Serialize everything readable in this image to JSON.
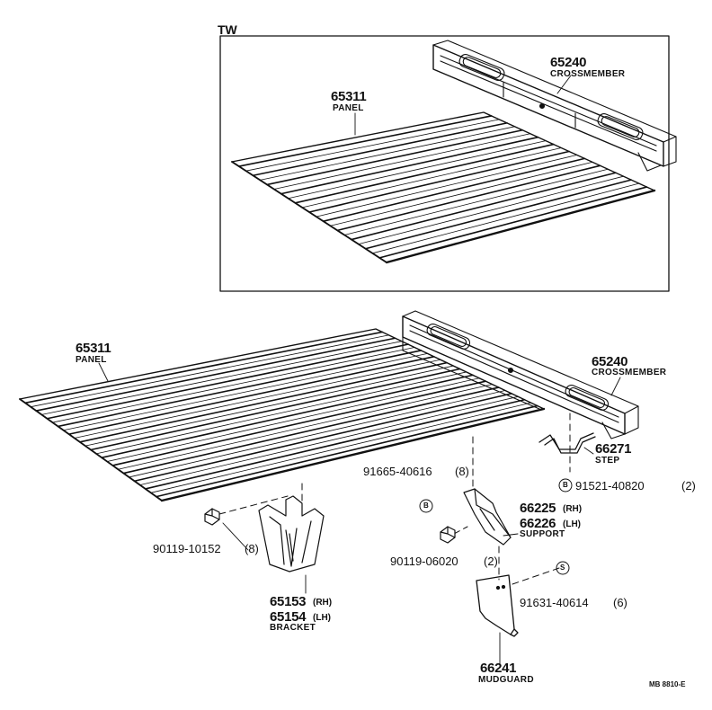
{
  "inset": {
    "label": "TW"
  },
  "parts": {
    "panel_top": {
      "number": "65311",
      "name": "PANEL"
    },
    "crossmember_top": {
      "number": "65240",
      "name": "CROSSMEMBER"
    },
    "panel_main": {
      "number": "65311",
      "name": "PANEL"
    },
    "crossmember_main": {
      "number": "65240",
      "name": "CROSSMEMBER"
    },
    "step": {
      "number": "66271",
      "name": "STEP"
    },
    "bolt_91521": {
      "number": "91521-40820",
      "qty": "(2)",
      "marker": "B"
    },
    "bolt_91665": {
      "number": "91665-40616",
      "qty": "(8)",
      "marker": "B"
    },
    "support": {
      "number_rh": "66225",
      "suffix_rh": "(RH)",
      "number_lh": "66226",
      "suffix_lh": "(LH)",
      "name": "SUPPORT"
    },
    "bolt_90119_10152": {
      "number": "90119-10152",
      "qty": "(8)"
    },
    "bolt_90119_06020": {
      "number": "90119-06020",
      "qty": "(2)"
    },
    "screw_91631": {
      "number": "91631-40614",
      "qty": "(6)",
      "marker": "S"
    },
    "bracket": {
      "number_rh": "65153",
      "suffix_rh": "(RH)",
      "number_lh": "65154",
      "suffix_lh": "(LH)",
      "name": "BRACKET"
    },
    "mudguard": {
      "number": "66241",
      "name": "MUDGUARD"
    }
  },
  "figure_ref": "MB 8810-E"
}
